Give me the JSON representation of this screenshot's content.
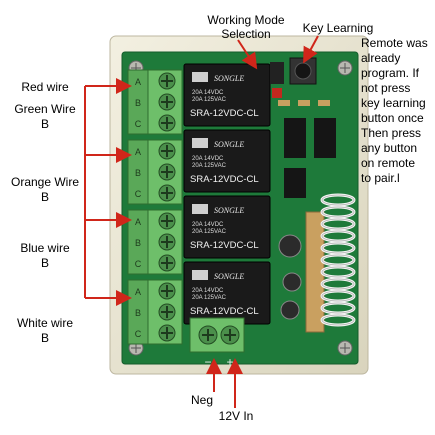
{
  "labels": {
    "working_mode": [
      "Working Mode",
      "Selection"
    ],
    "key_learning": "Key Learning",
    "red_wire": "Red wire",
    "green_wire": [
      "Green Wire",
      "B"
    ],
    "orange_wire": [
      "Orange Wire",
      "B"
    ],
    "blue_wire": [
      "Blue wire",
      "B"
    ],
    "white_wire": [
      "White wire",
      "B"
    ],
    "neg": "Neg",
    "twelve_v": "12V In"
  },
  "note_lines": [
    "Remote was",
    "already",
    "program. If",
    "not press",
    "key learning",
    "button once",
    "Then press",
    "any button",
    "on remote",
    "to pair.l"
  ],
  "relays": [
    {
      "brand": "SONGLE",
      "rating1": "20A 14VDC",
      "rating2": "20A 125VAC",
      "model": "SRA-12VDC-CL"
    },
    {
      "brand": "SONGLE",
      "rating1": "20A 14VDC",
      "rating2": "20A 125VAC",
      "model": "SRA-12VDC-CL"
    },
    {
      "brand": "SONGLE",
      "rating1": "20A 14VDC",
      "rating2": "20A 125VAC",
      "model": "SRA-12VDC-CL"
    },
    {
      "brand": "SONGLE",
      "rating1": "20A 14VDC",
      "rating2": "20A 125VAC",
      "model": "SRA-12VDC-CL"
    }
  ],
  "terminal_letters": [
    "A",
    "B",
    "C"
  ],
  "power_terminal": {
    "minus": "−",
    "plus": "+"
  },
  "colors": {
    "board": "#1e7a3a",
    "terminal": "#6ebf6a",
    "relay": "#1a1a1a",
    "arrow": "#d0261a",
    "case": "#ece8d6"
  }
}
